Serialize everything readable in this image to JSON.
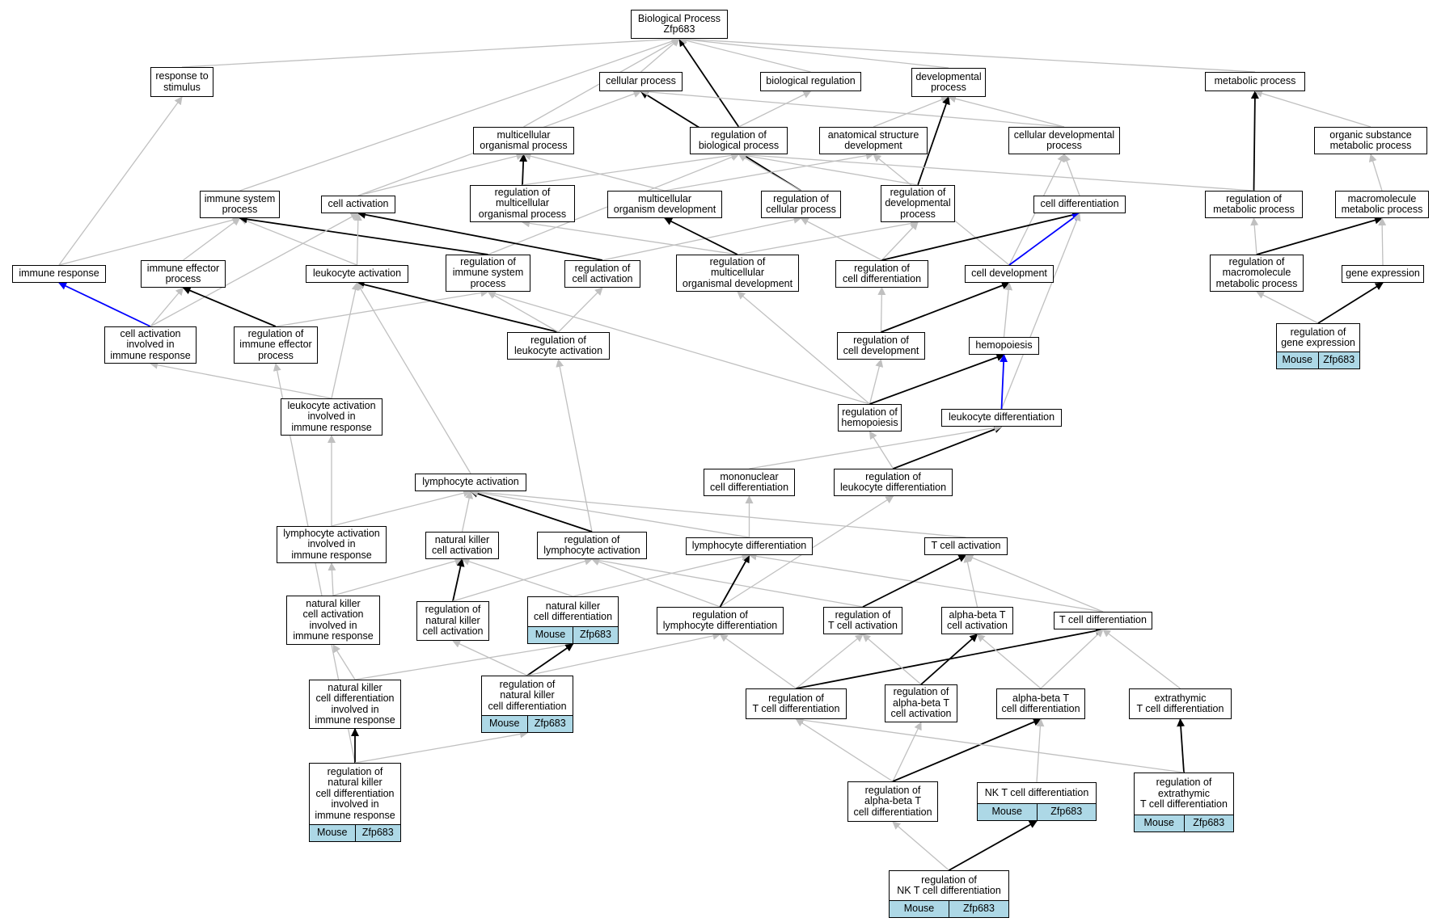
{
  "colors": {
    "edge_gray": "#c0c0c0",
    "edge_black": "#000000",
    "edge_blue": "#0000ff",
    "gene_fill": "#add8e6"
  },
  "gene_row": {
    "species": "Mouse",
    "gene": "Zfp683"
  },
  "nodes": [
    {
      "id": "bp",
      "label": "Biological Process\nZfp683"
    },
    {
      "id": "response_to_stimulus",
      "label": "response to\nstimulus"
    },
    {
      "id": "cellular_process",
      "label": "cellular process"
    },
    {
      "id": "biological_regulation",
      "label": "biological regulation"
    },
    {
      "id": "developmental_process",
      "label": "developmental\nprocess"
    },
    {
      "id": "metabolic_process",
      "label": "metabolic process"
    },
    {
      "id": "multicellular_organismal_process",
      "label": "multicellular\norganismal process"
    },
    {
      "id": "regulation_of_biological_process",
      "label": "regulation of\nbiological process"
    },
    {
      "id": "anatomical_structure_development",
      "label": "anatomical structure\ndevelopment"
    },
    {
      "id": "cellular_developmental_process",
      "label": "cellular developmental\nprocess"
    },
    {
      "id": "organic_substance_metabolic_process",
      "label": "organic substance\nmetabolic process"
    },
    {
      "id": "immune_system_process",
      "label": "immune system\nprocess"
    },
    {
      "id": "cell_activation",
      "label": "cell activation"
    },
    {
      "id": "reg_multicellular_organismal_process",
      "label": "regulation of\nmulticellular\norganismal process"
    },
    {
      "id": "multicellular_organism_development",
      "label": "multicellular\norganism development"
    },
    {
      "id": "regulation_of_cellular_process",
      "label": "regulation of\ncellular process"
    },
    {
      "id": "regulation_of_developmental_process",
      "label": "regulation of\ndevelopmental\nprocess"
    },
    {
      "id": "cell_differentiation",
      "label": "cell differentiation"
    },
    {
      "id": "regulation_of_metabolic_process",
      "label": "regulation of\nmetabolic process"
    },
    {
      "id": "macromolecule_metabolic_process",
      "label": "macromolecule\nmetabolic process"
    },
    {
      "id": "immune_response",
      "label": "immune response"
    },
    {
      "id": "immune_effector_process",
      "label": "immune effector\nprocess"
    },
    {
      "id": "leukocyte_activation",
      "label": "leukocyte activation"
    },
    {
      "id": "regulation_of_immune_system_process",
      "label": "regulation of\nimmune system\nprocess"
    },
    {
      "id": "regulation_of_cell_activation",
      "label": "regulation of\ncell activation"
    },
    {
      "id": "reg_multicellular_organismal_development",
      "label": "regulation of\nmulticellular\norganismal development"
    },
    {
      "id": "regulation_of_cell_differentiation",
      "label": "regulation of\ncell differentiation"
    },
    {
      "id": "cell_development",
      "label": "cell development"
    },
    {
      "id": "reg_macromolecule_metabolic_process",
      "label": "regulation of\nmacromolecule\nmetabolic process"
    },
    {
      "id": "gene_expression",
      "label": "gene expression"
    },
    {
      "id": "cell_activation_in_immune_response",
      "label": "cell activation\ninvolved in\nimmune response"
    },
    {
      "id": "regulation_of_immune_effector_process",
      "label": "regulation of\nimmune effector\nprocess"
    },
    {
      "id": "regulation_of_leukocyte_activation",
      "label": "regulation of\nleukocyte activation"
    },
    {
      "id": "regulation_of_cell_development",
      "label": "regulation of\ncell development"
    },
    {
      "id": "hemopoiesis",
      "label": "hemopoiesis"
    },
    {
      "id": "regulation_of_gene_expression",
      "label": "regulation of\ngene expression",
      "gene": true
    },
    {
      "id": "leukocyte_activation_in_immune_response",
      "label": "leukocyte activation\ninvolved in\nimmune response"
    },
    {
      "id": "regulation_of_hemopoiesis",
      "label": "regulation of\nhemopoiesis"
    },
    {
      "id": "leukocyte_differentiation",
      "label": "leukocyte differentiation"
    },
    {
      "id": "lymphocyte_activation",
      "label": "lymphocyte activation"
    },
    {
      "id": "mononuclear_cell_differentiation",
      "label": "mononuclear\ncell differentiation"
    },
    {
      "id": "regulation_of_leukocyte_differentiation",
      "label": "regulation of\nleukocyte differentiation"
    },
    {
      "id": "lymphocyte_activation_in_immune_response",
      "label": "lymphocyte activation\ninvolved in\nimmune response"
    },
    {
      "id": "natural_killer_cell_activation",
      "label": "natural killer\ncell activation"
    },
    {
      "id": "regulation_of_lymphocyte_activation",
      "label": "regulation of\nlymphocyte activation"
    },
    {
      "id": "lymphocyte_differentiation",
      "label": "lymphocyte differentiation"
    },
    {
      "id": "t_cell_activation",
      "label": "T cell activation"
    },
    {
      "id": "nk_cell_activation_in_immune_response",
      "label": "natural killer\ncell activation\ninvolved in\nimmune response"
    },
    {
      "id": "regulation_of_nk_cell_activation",
      "label": "regulation of\nnatural killer\ncell activation"
    },
    {
      "id": "nk_cell_differentiation",
      "label": "natural killer\ncell differentiation",
      "gene": true
    },
    {
      "id": "regulation_of_lymphocyte_differentiation",
      "label": "regulation of\nlymphocyte differentiation"
    },
    {
      "id": "regulation_of_t_cell_activation",
      "label": "regulation of\nT cell activation"
    },
    {
      "id": "alpha_beta_t_cell_activation",
      "label": "alpha-beta T\ncell activation"
    },
    {
      "id": "t_cell_differentiation",
      "label": "T cell differentiation"
    },
    {
      "id": "nk_cell_differentiation_in_immune_response",
      "label": "natural killer\ncell differentiation\ninvolved in\nimmune response"
    },
    {
      "id": "regulation_of_nk_cell_differentiation",
      "label": "regulation of\nnatural killer\ncell differentiation",
      "gene": true
    },
    {
      "id": "regulation_of_t_cell_differentiation",
      "label": "regulation of\nT cell differentiation"
    },
    {
      "id": "regulation_of_ab_t_cell_activation",
      "label": "regulation of\nalpha-beta T\ncell activation"
    },
    {
      "id": "alpha_beta_t_cell_differentiation",
      "label": "alpha-beta T\ncell differentiation"
    },
    {
      "id": "extrathymic_t_cell_differentiation",
      "label": "extrathymic\nT cell differentiation"
    },
    {
      "id": "reg_nk_cell_diff_in_immune_response",
      "label": "regulation of\nnatural killer\ncell differentiation\ninvolved in\nimmune response",
      "gene": true
    },
    {
      "id": "regulation_of_ab_t_cell_differentiation",
      "label": "regulation of\nalpha-beta T\ncell differentiation"
    },
    {
      "id": "nk_t_cell_differentiation",
      "label": "NK T cell differentiation",
      "gene": true
    },
    {
      "id": "regulation_of_extrathymic_t_cell_differentiation",
      "label": "regulation of\nextrathymic\nT cell differentiation",
      "gene": true
    },
    {
      "id": "regulation_of_nk_t_cell_differentiation",
      "label": "regulation of\nNK T cell differentiation",
      "gene": true
    }
  ],
  "edges": [
    [
      "response_to_stimulus",
      "bp",
      "gray"
    ],
    [
      "cellular_process",
      "bp",
      "gray"
    ],
    [
      "regulation_of_biological_process",
      "bp",
      "black"
    ],
    [
      "biological_regulation",
      "bp",
      "gray"
    ],
    [
      "developmental_process",
      "bp",
      "gray"
    ],
    [
      "metabolic_process",
      "bp",
      "gray"
    ],
    [
      "multicellular_organismal_process",
      "bp",
      "gray"
    ],
    [
      "immune_system_process",
      "bp",
      "gray"
    ],
    [
      "immune_response",
      "response_to_stimulus",
      "gray"
    ],
    [
      "cell_activation",
      "cellular_process",
      "gray"
    ],
    [
      "regulation_of_cellular_process",
      "cellular_process",
      "black"
    ],
    [
      "cellular_developmental_process",
      "cellular_process",
      "gray"
    ],
    [
      "regulation_of_biological_process",
      "biological_regulation",
      "gray"
    ],
    [
      "anatomical_structure_development",
      "developmental_process",
      "gray"
    ],
    [
      "regulation_of_developmental_process",
      "developmental_process",
      "black"
    ],
    [
      "cellular_developmental_process",
      "developmental_process",
      "gray"
    ],
    [
      "regulation_of_metabolic_process",
      "metabolic_process",
      "black"
    ],
    [
      "organic_substance_metabolic_process",
      "metabolic_process",
      "gray"
    ],
    [
      "reg_multicellular_organismal_process",
      "multicellular_organismal_process",
      "black"
    ],
    [
      "multicellular_organism_development",
      "multicellular_organismal_process",
      "gray"
    ],
    [
      "cell_activation",
      "multicellular_organismal_process",
      "gray"
    ],
    [
      "regulation_of_cellular_process",
      "regulation_of_biological_process",
      "gray"
    ],
    [
      "regulation_of_developmental_process",
      "regulation_of_biological_process",
      "gray"
    ],
    [
      "regulation_of_metabolic_process",
      "regulation_of_biological_process",
      "gray"
    ],
    [
      "reg_multicellular_organismal_process",
      "regulation_of_biological_process",
      "gray"
    ],
    [
      "regulation_of_immune_system_process",
      "regulation_of_biological_process",
      "gray"
    ],
    [
      "multicellular_organism_development",
      "anatomical_structure_development",
      "gray"
    ],
    [
      "cell_development",
      "anatomical_structure_development",
      "gray"
    ],
    [
      "cell_differentiation",
      "cellular_developmental_process",
      "gray"
    ],
    [
      "cell_development",
      "cellular_developmental_process",
      "gray"
    ],
    [
      "macromolecule_metabolic_process",
      "organic_substance_metabolic_process",
      "gray"
    ],
    [
      "immune_response",
      "immune_system_process",
      "gray"
    ],
    [
      "immune_effector_process",
      "immune_system_process",
      "gray"
    ],
    [
      "leukocyte_activation",
      "immune_system_process",
      "gray"
    ],
    [
      "regulation_of_immune_system_process",
      "immune_system_process",
      "black"
    ],
    [
      "leukocyte_activation",
      "cell_activation",
      "gray"
    ],
    [
      "regulation_of_cell_activation",
      "cell_activation",
      "black"
    ],
    [
      "cell_activation_in_immune_response",
      "cell_activation",
      "gray"
    ],
    [
      "regulation_of_cell_activation",
      "regulation_of_cellular_process",
      "gray"
    ],
    [
      "regulation_of_cell_differentiation",
      "regulation_of_cellular_process",
      "gray"
    ],
    [
      "reg_multicellular_organismal_development",
      "reg_multicellular_organismal_process",
      "gray"
    ],
    [
      "reg_multicellular_organismal_development",
      "multicellular_organism_development",
      "black"
    ],
    [
      "reg_multicellular_organismal_development",
      "regulation_of_developmental_process",
      "gray"
    ],
    [
      "regulation_of_cell_differentiation",
      "regulation_of_developmental_process",
      "gray"
    ],
    [
      "regulation_of_cell_differentiation",
      "cell_differentiation",
      "black"
    ],
    [
      "cell_development",
      "cell_differentiation",
      "blue"
    ],
    [
      "leukocyte_differentiation",
      "cell_differentiation",
      "gray"
    ],
    [
      "reg_macromolecule_metabolic_process",
      "regulation_of_metabolic_process",
      "gray"
    ],
    [
      "reg_macromolecule_metabolic_process",
      "macromolecule_metabolic_process",
      "black"
    ],
    [
      "gene_expression",
      "macromolecule_metabolic_process",
      "gray"
    ],
    [
      "regulation_of_gene_expression",
      "reg_macromolecule_metabolic_process",
      "gray"
    ],
    [
      "regulation_of_gene_expression",
      "gene_expression",
      "black"
    ],
    [
      "cell_activation_in_immune_response",
      "immune_response",
      "blue"
    ],
    [
      "cell_activation_in_immune_response",
      "immune_effector_process",
      "gray"
    ],
    [
      "regulation_of_immune_effector_process",
      "immune_effector_process",
      "black"
    ],
    [
      "regulation_of_immune_effector_process",
      "regulation_of_immune_system_process",
      "gray"
    ],
    [
      "regulation_of_leukocyte_activation",
      "leukocyte_activation",
      "black"
    ],
    [
      "lymphocyte_activation",
      "leukocyte_activation",
      "gray"
    ],
    [
      "leukocyte_activation_in_immune_response",
      "leukocyte_activation",
      "gray"
    ],
    [
      "regulation_of_leukocyte_activation",
      "regulation_of_immune_system_process",
      "gray"
    ],
    [
      "regulation_of_leukocyte_activation",
      "regulation_of_cell_activation",
      "gray"
    ],
    [
      "regulation_of_hemopoiesis",
      "regulation_of_immune_system_process",
      "gray"
    ],
    [
      "regulation_of_hemopoiesis",
      "reg_multicellular_organismal_development",
      "gray"
    ],
    [
      "regulation_of_cell_development",
      "regulation_of_cell_differentiation",
      "gray"
    ],
    [
      "regulation_of_cell_development",
      "cell_development",
      "black"
    ],
    [
      "hemopoiesis",
      "cell_development",
      "gray"
    ],
    [
      "regulation_of_hemopoiesis",
      "regulation_of_cell_development",
      "gray"
    ],
    [
      "regulation_of_hemopoiesis",
      "hemopoiesis",
      "black"
    ],
    [
      "leukocyte_differentiation",
      "hemopoiesis",
      "blue"
    ],
    [
      "leukocyte_activation_in_immune_response",
      "cell_activation_in_immune_response",
      "gray"
    ],
    [
      "reg_nk_cell_diff_in_immune_response",
      "regulation_of_immune_effector_process",
      "gray"
    ],
    [
      "regulation_of_lymphocyte_activation",
      "regulation_of_leukocyte_activation",
      "gray"
    ],
    [
      "regulation_of_leukocyte_differentiation",
      "regulation_of_hemopoiesis",
      "gray"
    ],
    [
      "regulation_of_leukocyte_differentiation",
      "leukocyte_differentiation",
      "black"
    ],
    [
      "mononuclear_cell_differentiation",
      "leukocyte_differentiation",
      "gray"
    ],
    [
      "lymphocyte_activation_in_immune_response",
      "leukocyte_activation_in_immune_response",
      "gray"
    ],
    [
      "lymphocyte_activation_in_immune_response",
      "lymphocyte_activation",
      "gray"
    ],
    [
      "natural_killer_cell_activation",
      "lymphocyte_activation",
      "gray"
    ],
    [
      "regulation_of_lymphocyte_activation",
      "lymphocyte_activation",
      "black"
    ],
    [
      "lymphocyte_differentiation",
      "lymphocyte_activation",
      "gray"
    ],
    [
      "t_cell_activation",
      "lymphocyte_activation",
      "gray"
    ],
    [
      "lymphocyte_differentiation",
      "mononuclear_cell_differentiation",
      "gray"
    ],
    [
      "regulation_of_lymphocyte_differentiation",
      "regulation_of_leukocyte_differentiation",
      "gray"
    ],
    [
      "nk_cell_activation_in_immune_response",
      "lymphocyte_activation_in_immune_response",
      "gray"
    ],
    [
      "nk_cell_activation_in_immune_response",
      "natural_killer_cell_activation",
      "gray"
    ],
    [
      "regulation_of_nk_cell_activation",
      "natural_killer_cell_activation",
      "black"
    ],
    [
      "nk_cell_differentiation",
      "natural_killer_cell_activation",
      "gray"
    ],
    [
      "regulation_of_nk_cell_activation",
      "regulation_of_lymphocyte_activation",
      "gray"
    ],
    [
      "regulation_of_lymphocyte_differentiation",
      "regulation_of_lymphocyte_activation",
      "gray"
    ],
    [
      "regulation_of_t_cell_activation",
      "regulation_of_lymphocyte_activation",
      "gray"
    ],
    [
      "regulation_of_lymphocyte_differentiation",
      "lymphocyte_differentiation",
      "black"
    ],
    [
      "nk_cell_differentiation",
      "lymphocyte_differentiation",
      "gray"
    ],
    [
      "t_cell_differentiation",
      "lymphocyte_differentiation",
      "gray"
    ],
    [
      "regulation_of_t_cell_activation",
      "t_cell_activation",
      "black"
    ],
    [
      "alpha_beta_t_cell_activation",
      "t_cell_activation",
      "gray"
    ],
    [
      "t_cell_differentiation",
      "t_cell_activation",
      "gray"
    ],
    [
      "nk_cell_differentiation_in_immune_response",
      "nk_cell_activation_in_immune_response",
      "gray"
    ],
    [
      "nk_cell_differentiation_in_immune_response",
      "nk_cell_differentiation",
      "gray"
    ],
    [
      "regulation_of_nk_cell_differentiation",
      "regulation_of_nk_cell_activation",
      "gray"
    ],
    [
      "regulation_of_nk_cell_differentiation",
      "nk_cell_differentiation",
      "black"
    ],
    [
      "regulation_of_nk_cell_differentiation",
      "regulation_of_lymphocyte_differentiation",
      "gray"
    ],
    [
      "regulation_of_t_cell_differentiation",
      "regulation_of_lymphocyte_differentiation",
      "gray"
    ],
    [
      "regulation_of_t_cell_differentiation",
      "regulation_of_t_cell_activation",
      "gray"
    ],
    [
      "regulation_of_t_cell_differentiation",
      "t_cell_differentiation",
      "black"
    ],
    [
      "regulation_of_ab_t_cell_activation",
      "regulation_of_t_cell_activation",
      "gray"
    ],
    [
      "regulation_of_ab_t_cell_activation",
      "alpha_beta_t_cell_activation",
      "black"
    ],
    [
      "alpha_beta_t_cell_differentiation",
      "alpha_beta_t_cell_activation",
      "gray"
    ],
    [
      "alpha_beta_t_cell_differentiation",
      "t_cell_differentiation",
      "gray"
    ],
    [
      "extrathymic_t_cell_differentiation",
      "t_cell_differentiation",
      "gray"
    ],
    [
      "reg_nk_cell_diff_in_immune_response",
      "nk_cell_differentiation_in_immune_response",
      "black"
    ],
    [
      "reg_nk_cell_diff_in_immune_response",
      "regulation_of_nk_cell_differentiation",
      "gray"
    ],
    [
      "regulation_of_ab_t_cell_differentiation",
      "regulation_of_t_cell_differentiation",
      "gray"
    ],
    [
      "regulation_of_ab_t_cell_differentiation",
      "regulation_of_ab_t_cell_activation",
      "gray"
    ],
    [
      "regulation_of_ab_t_cell_differentiation",
      "alpha_beta_t_cell_differentiation",
      "black"
    ],
    [
      "nk_t_cell_differentiation",
      "alpha_beta_t_cell_differentiation",
      "gray"
    ],
    [
      "regulation_of_extrathymic_t_cell_differentiation",
      "extrathymic_t_cell_differentiation",
      "black"
    ],
    [
      "regulation_of_extrathymic_t_cell_differentiation",
      "regulation_of_t_cell_differentiation",
      "gray"
    ],
    [
      "regulation_of_nk_t_cell_differentiation",
      "regulation_of_ab_t_cell_differentiation",
      "gray"
    ],
    [
      "regulation_of_nk_t_cell_differentiation",
      "nk_t_cell_differentiation",
      "black"
    ]
  ]
}
